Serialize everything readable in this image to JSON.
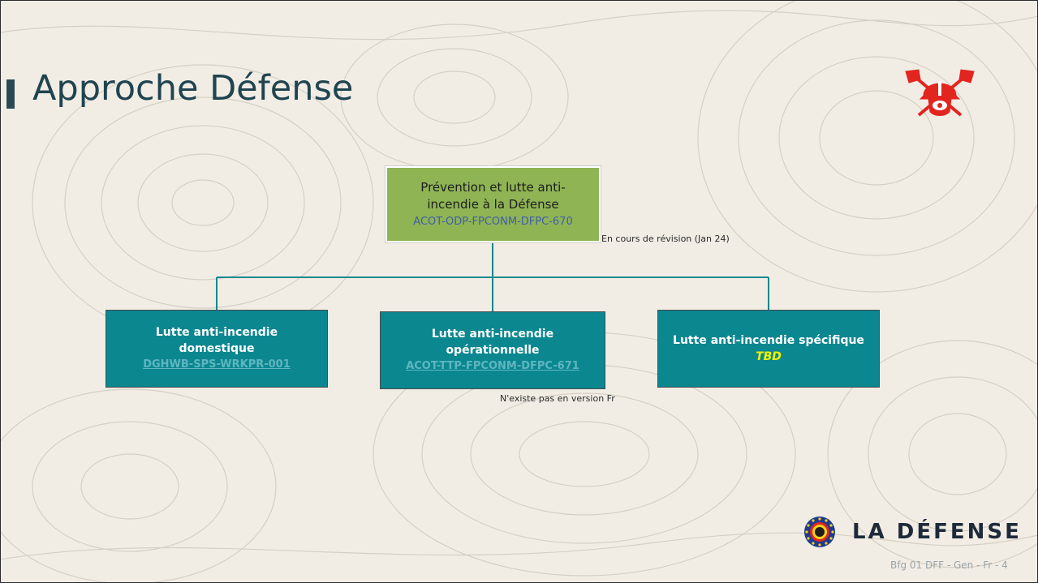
{
  "slide": {
    "title": "Approche Défense",
    "footer": "Bfg 01 DFF - Gen - Fr - 4",
    "brand": "LA DÉFENSE"
  },
  "colors": {
    "title": "#1f4450",
    "top_box": "#8fb454",
    "sub_box": "#0b8790",
    "connector": "#0b8790",
    "link": "#5fb6c0",
    "tbd": "#f2f200"
  },
  "icons": [
    "firefighter-helmet-axes-icon",
    "defense-emblem-icon"
  ],
  "diagram": {
    "root": {
      "line1": "Prévention et lutte anti-",
      "line2": "incendie à la Défense",
      "code": "ACOT-ODP-FPCONM-DFPC-670",
      "note": "En cours de révision (Jan 24)"
    },
    "children": [
      {
        "line1": "Lutte anti-incendie",
        "line2": "domestique",
        "code": "DGHWB-SPS-WRKPR-001"
      },
      {
        "line1": "Lutte anti-incendie",
        "line2": "opérationnelle",
        "code": "ACOT-TTP-FPCONM-DFPC-671",
        "note": "N'existe pas en version Fr"
      },
      {
        "line1": "Lutte anti-incendie spécifique",
        "code": "TBD"
      }
    ]
  }
}
